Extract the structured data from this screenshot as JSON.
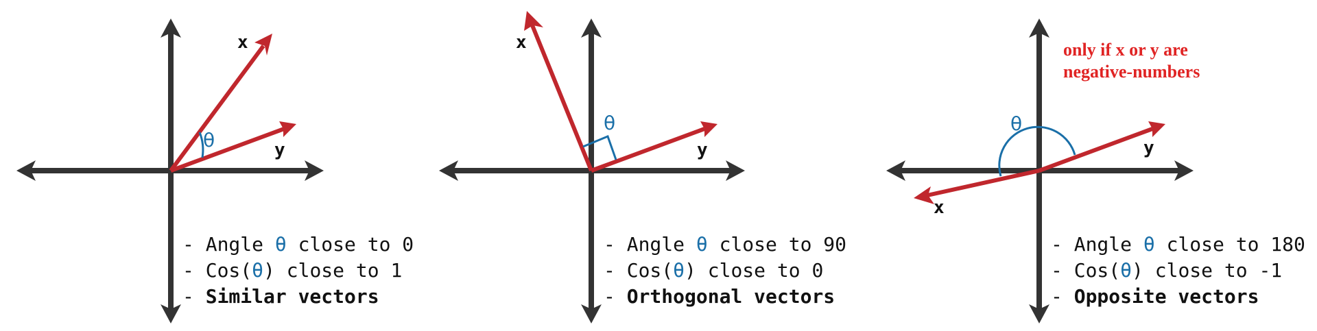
{
  "colors": {
    "axis": "#333333",
    "vector": "#c0272d",
    "theta": "#1a6fa8",
    "text": "#111111",
    "note": "#e02424"
  },
  "panels": [
    {
      "id": "similar",
      "vector_x_label": "x",
      "vector_y_label": "y",
      "theta_symbol": "θ",
      "lines": [
        {
          "prefix": "- Angle ",
          "theta": "θ",
          "suffix": " close to 0"
        },
        {
          "prefix": "- Cos(",
          "theta": "θ",
          "suffix": ") close to 1"
        },
        {
          "prefix": "- ",
          "bold": "Similar vectors"
        }
      ]
    },
    {
      "id": "orthogonal",
      "vector_x_label": "x",
      "vector_y_label": "y",
      "theta_symbol": "θ",
      "lines": [
        {
          "prefix": "- Angle ",
          "theta": "θ",
          "suffix": " close to 90"
        },
        {
          "prefix": "- Cos(",
          "theta": "θ",
          "suffix": ") close to 0"
        },
        {
          "prefix": "- ",
          "bold": "Orthogonal vectors"
        }
      ]
    },
    {
      "id": "opposite",
      "vector_x_label": "x",
      "vector_y_label": "y",
      "theta_symbol": "θ",
      "note_lines": [
        "only if x or y are",
        "negative-numbers"
      ],
      "lines": [
        {
          "prefix": "- Angle ",
          "theta": "θ",
          "suffix": " close to 180"
        },
        {
          "prefix": "- Cos(",
          "theta": "θ",
          "suffix": ") close to -1"
        },
        {
          "prefix": "- ",
          "bold": "Opposite vectors"
        }
      ]
    }
  ]
}
